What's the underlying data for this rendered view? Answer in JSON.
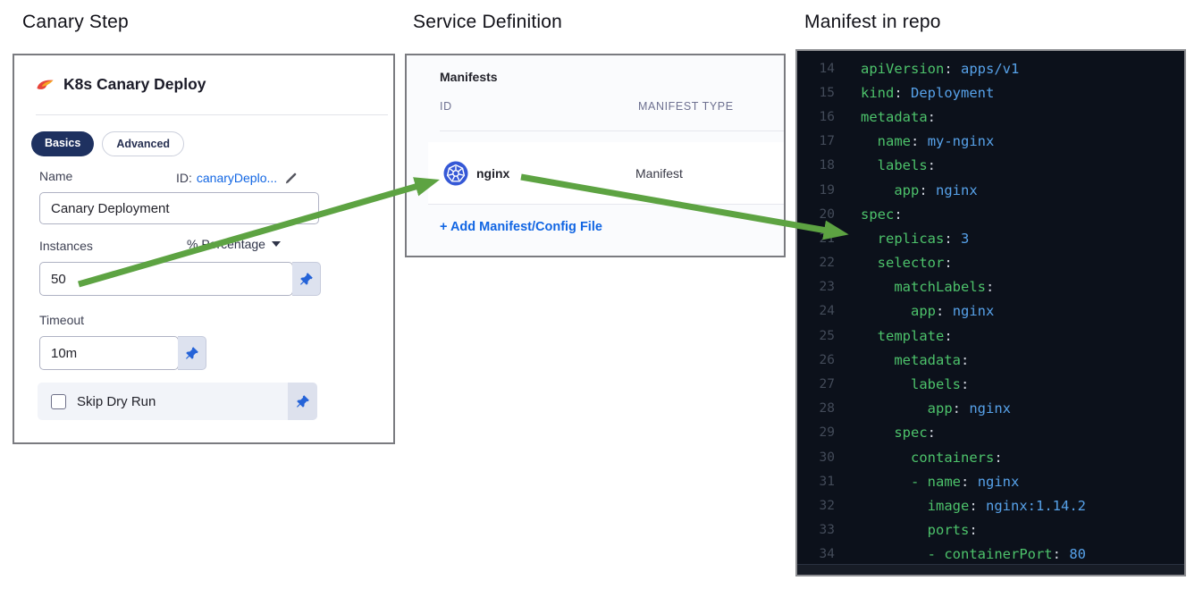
{
  "headings": {
    "canary_step": "Canary Step",
    "service_definition": "Service Definition",
    "manifest_in_repo": "Manifest in repo"
  },
  "canary_card": {
    "title": "K8s Canary Deploy",
    "tabs": [
      {
        "label": "Basics",
        "active": true
      },
      {
        "label": "Advanced",
        "active": false
      }
    ],
    "fields": {
      "name": {
        "label": "Name",
        "id_prefix": "ID:",
        "id_value": "canaryDeplo...",
        "value": "Canary Deployment"
      },
      "instances": {
        "label": "Instances",
        "unit_selector": "% Percentage",
        "value": "50"
      },
      "timeout": {
        "label": "Timeout",
        "value": "10m"
      },
      "skip_dry_run": {
        "label": "Skip Dry Run",
        "checked": false
      }
    }
  },
  "service_card": {
    "title": "Manifests",
    "columns": {
      "id": "ID",
      "type": "MANIFEST TYPE"
    },
    "rows": [
      {
        "id": "nginx",
        "type": "Manifest",
        "icon": "kubernetes-icon"
      }
    ],
    "add_link": "+ Add Manifest/Config File"
  },
  "code_panel": {
    "language": "yaml",
    "lines": [
      {
        "num": "14",
        "indent": 0,
        "dash": false,
        "key": "apiVersion",
        "value": "apps/v1"
      },
      {
        "num": "15",
        "indent": 0,
        "dash": false,
        "key": "kind",
        "value": "Deployment"
      },
      {
        "num": "16",
        "indent": 0,
        "dash": false,
        "key": "metadata",
        "value": ""
      },
      {
        "num": "17",
        "indent": 2,
        "dash": false,
        "key": "name",
        "value": "my-nginx"
      },
      {
        "num": "18",
        "indent": 2,
        "dash": false,
        "key": "labels",
        "value": ""
      },
      {
        "num": "19",
        "indent": 4,
        "dash": false,
        "key": "app",
        "value": "nginx"
      },
      {
        "num": "20",
        "indent": 0,
        "dash": false,
        "key": "spec",
        "value": ""
      },
      {
        "num": "21",
        "indent": 2,
        "dash": false,
        "key": "replicas",
        "value": "3"
      },
      {
        "num": "22",
        "indent": 2,
        "dash": false,
        "key": "selector",
        "value": ""
      },
      {
        "num": "23",
        "indent": 4,
        "dash": false,
        "key": "matchLabels",
        "value": ""
      },
      {
        "num": "24",
        "indent": 6,
        "dash": false,
        "key": "app",
        "value": "nginx"
      },
      {
        "num": "25",
        "indent": 2,
        "dash": false,
        "key": "template",
        "value": ""
      },
      {
        "num": "26",
        "indent": 4,
        "dash": false,
        "key": "metadata",
        "value": ""
      },
      {
        "num": "27",
        "indent": 6,
        "dash": false,
        "key": "labels",
        "value": ""
      },
      {
        "num": "28",
        "indent": 8,
        "dash": false,
        "key": "app",
        "value": "nginx"
      },
      {
        "num": "29",
        "indent": 4,
        "dash": false,
        "key": "spec",
        "value": ""
      },
      {
        "num": "30",
        "indent": 6,
        "dash": false,
        "key": "containers",
        "value": ""
      },
      {
        "num": "31",
        "indent": 6,
        "dash": true,
        "key": "name",
        "value": "nginx"
      },
      {
        "num": "32",
        "indent": 8,
        "dash": false,
        "key": "image",
        "value": "nginx:1.14.2"
      },
      {
        "num": "33",
        "indent": 8,
        "dash": false,
        "key": "ports",
        "value": ""
      },
      {
        "num": "34",
        "indent": 8,
        "dash": true,
        "key": "containerPort",
        "value": "80"
      }
    ]
  },
  "arrows": [
    {
      "from": "instances-value-50",
      "to": "manifest-nginx-row"
    },
    {
      "from": "manifest-nginx-row",
      "to": "code-line-replicas-3"
    }
  ],
  "icons": {
    "step": "canary-bird-icon",
    "edit": "pencil-icon",
    "pin": "pushpin-icon",
    "manifest": "kubernetes-icon",
    "unit_caret": "chevron-down-icon"
  },
  "colors": {
    "arrow_green": "#5da342",
    "link_blue": "#1266e3",
    "tab_active_bg": "#1e3160",
    "kubernetes_blue": "#3558d6",
    "pin_blue": "#2563d8",
    "code_bg": "#0c111b",
    "code_key_green": "#4dc36b",
    "code_value_blue": "#57a2ea",
    "code_line_number_gray": "#434b59"
  }
}
